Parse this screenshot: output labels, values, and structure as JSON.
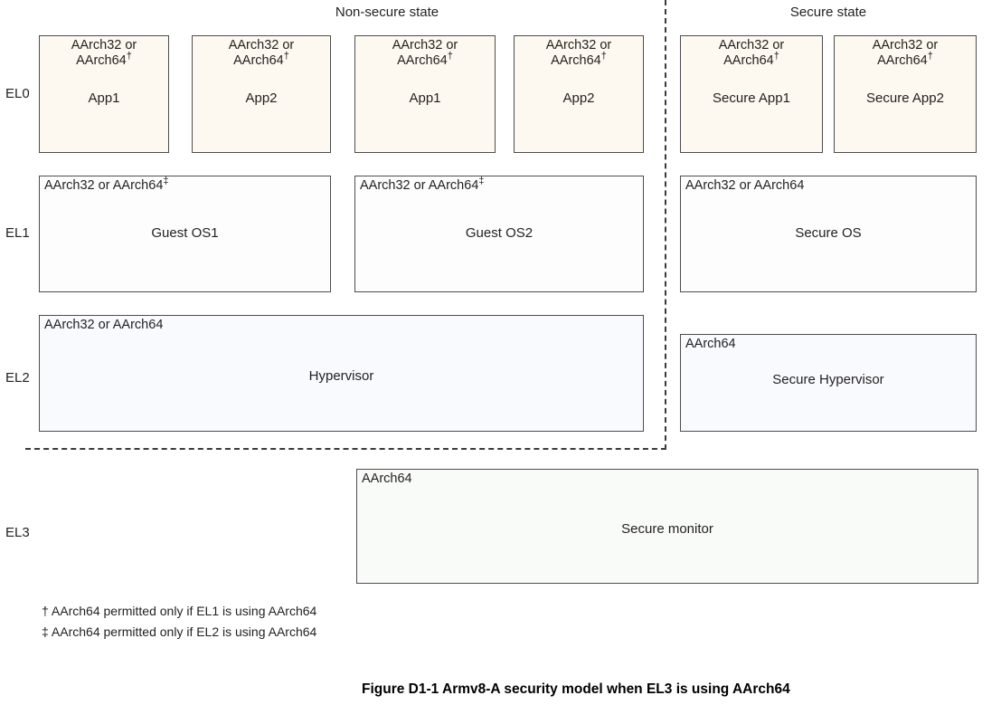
{
  "figure": {
    "caption": "Figure D1-1 Armv8-A security model when EL3 is using AArch64"
  },
  "states": {
    "non_secure": "Non-secure state",
    "secure": "Secure state"
  },
  "exception_levels": {
    "el0": "EL0",
    "el1": "EL1",
    "el2": "EL2",
    "el3": "EL3"
  },
  "el0": {
    "non_secure": [
      {
        "arch_line1": "AArch32 or",
        "arch_line2": "AArch64",
        "arch_marker": "†",
        "name": "App1"
      },
      {
        "arch_line1": "AArch32 or",
        "arch_line2": "AArch64",
        "arch_marker": "†",
        "name": "App2"
      },
      {
        "arch_line1": "AArch32 or",
        "arch_line2": "AArch64",
        "arch_marker": "†",
        "name": "App1"
      },
      {
        "arch_line1": "AArch32 or",
        "arch_line2": "AArch64",
        "arch_marker": "†",
        "name": "App2"
      }
    ],
    "secure": [
      {
        "arch_line1": "AArch32 or",
        "arch_line2": "AArch64",
        "arch_marker": "†",
        "name": "Secure App1"
      },
      {
        "arch_line1": "AArch32 or",
        "arch_line2": "AArch64",
        "arch_marker": "†",
        "name": "Secure App2"
      }
    ]
  },
  "el1": {
    "non_secure": [
      {
        "arch": "AArch32 or AArch64",
        "arch_marker": "‡",
        "name": "Guest OS1"
      },
      {
        "arch": "AArch32 or AArch64",
        "arch_marker": "‡",
        "name": "Guest OS2"
      }
    ],
    "secure": [
      {
        "arch": "AArch32 or AArch64",
        "arch_marker": "",
        "name": "Secure OS"
      }
    ]
  },
  "el2": {
    "non_secure": [
      {
        "arch": "AArch32 or AArch64",
        "arch_marker": "",
        "name": "Hypervisor"
      }
    ],
    "secure": [
      {
        "arch": "AArch64",
        "arch_marker": "",
        "name": "Secure Hypervisor"
      }
    ]
  },
  "el3": {
    "boxes": [
      {
        "arch": "AArch64",
        "arch_marker": "",
        "name": "Secure monitor"
      }
    ]
  },
  "footnotes": [
    {
      "marker": "†",
      "text": "AArch64 permitted only if EL1 is using AArch64"
    },
    {
      "marker": "‡",
      "text": "AArch64 permitted only if EL2 is using AArch64"
    }
  ],
  "colors": {
    "el0_fill": "#fdf9f0",
    "el1_fill": "#fdfdfd",
    "el2_fill": "#f8fafd",
    "el3_fill": "#f9fbf8",
    "border": "#4d4d4f",
    "text": "#231f20",
    "divider": "#3a3a3c"
  }
}
